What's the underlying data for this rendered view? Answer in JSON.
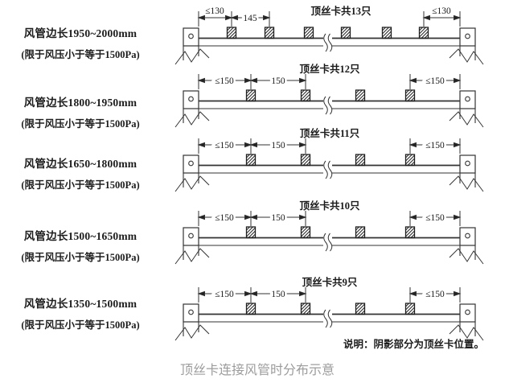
{
  "diagram": {
    "caption": "顶丝卡连接风管时分布示意",
    "note": "说明：阴影部分为顶丝卡位置。",
    "legend_meaning": "阴影部分为顶丝卡位置",
    "rows": [
      {
        "duct_size": "风管边长1950~2000mm",
        "pressure_limit": "(限于风压小于等于1500Pa)",
        "clamp_label": "顶丝卡共13只",
        "clamp_count": 13,
        "dim_end_left": "≤130",
        "dim_spacing": "145",
        "dim_end_right": "≤130",
        "visible_clamps": 6
      },
      {
        "duct_size": "风管边长1800~1950mm",
        "pressure_limit": "(限于风压小于等于1500Pa)",
        "clamp_label": "顶丝卡共12只",
        "clamp_count": 12,
        "dim_end_left": "≤150",
        "dim_spacing": "150",
        "dim_end_right": "≤150",
        "visible_clamps": 4
      },
      {
        "duct_size": "风管边长1650~1800mm",
        "pressure_limit": "(限于风压小于等于1500Pa)",
        "clamp_label": "顶丝卡共11只",
        "clamp_count": 11,
        "dim_end_left": "≤150",
        "dim_spacing": "150",
        "dim_end_right": "≤150",
        "visible_clamps": 4
      },
      {
        "duct_size": "风管边长1500~1650mm",
        "pressure_limit": "(限于风压小于等于1500Pa)",
        "clamp_label": "顶丝卡共10只",
        "clamp_count": 10,
        "dim_end_left": "≤150",
        "dim_spacing": "150",
        "dim_end_right": "≤150",
        "visible_clamps": 4
      },
      {
        "duct_size": "风管边长1350~1500mm",
        "pressure_limit": "(限于风压小于等于1500Pa)",
        "clamp_label": "顶丝卡共9只",
        "clamp_count": 9,
        "dim_end_left": "≤150",
        "dim_spacing": "150",
        "dim_end_right": "≤150",
        "visible_clamps": 4
      }
    ],
    "colors": {
      "line": "#333333",
      "text": "#1a1a1a",
      "caption": "#9c9c9c",
      "background": "#ffffff"
    }
  }
}
